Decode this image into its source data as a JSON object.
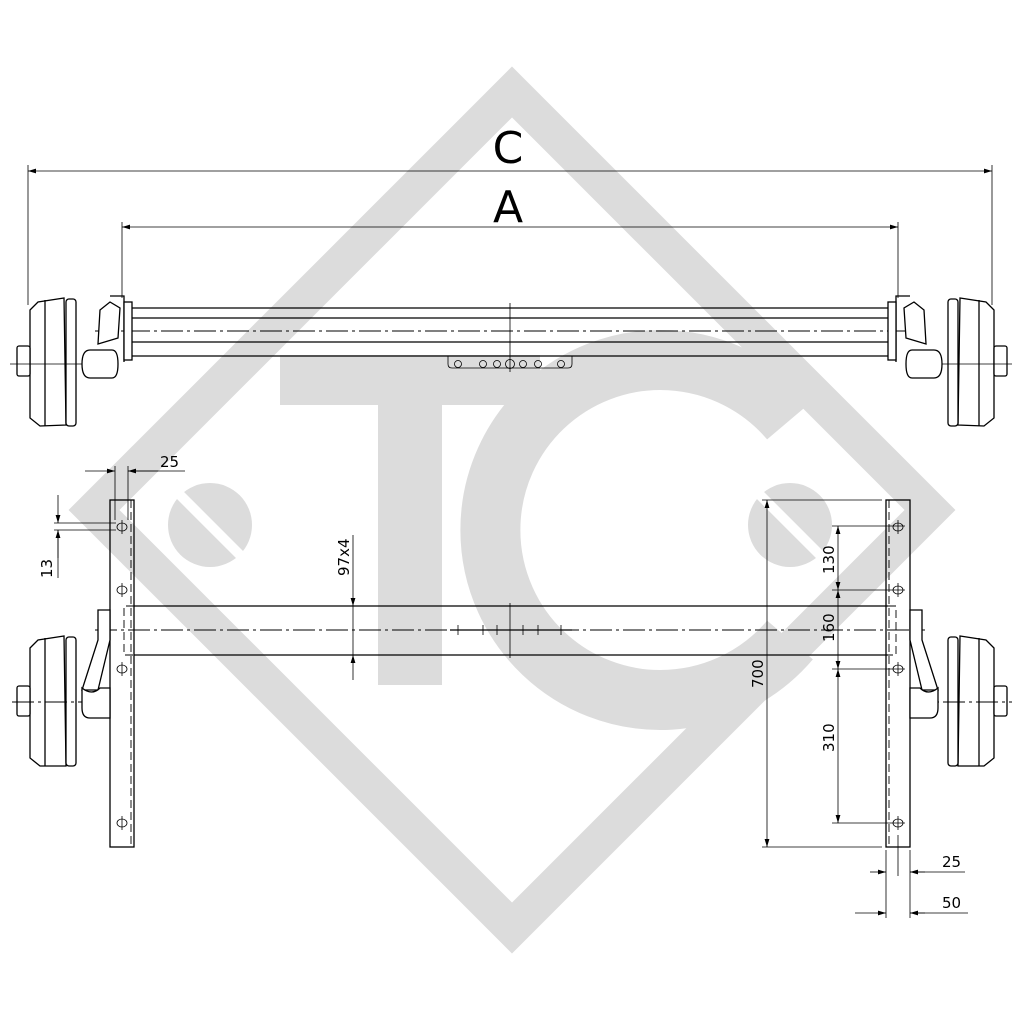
{
  "drawing": {
    "title_labels": {
      "overall_width": "C",
      "flange_distance": "A"
    },
    "watermark": {
      "text": "TC",
      "color": "#dcdcdc"
    },
    "dimensions": {
      "bracket_width_top": "25",
      "hole_offset": "13",
      "tube_profile": "97x4",
      "hole_spacing_top": "130",
      "tube_height_spacing": "160",
      "bracket_length": "700",
      "hole_spacing_bottom": "310",
      "bracket_width_bottom": "25",
      "bracket_total_width": "50"
    }
  }
}
